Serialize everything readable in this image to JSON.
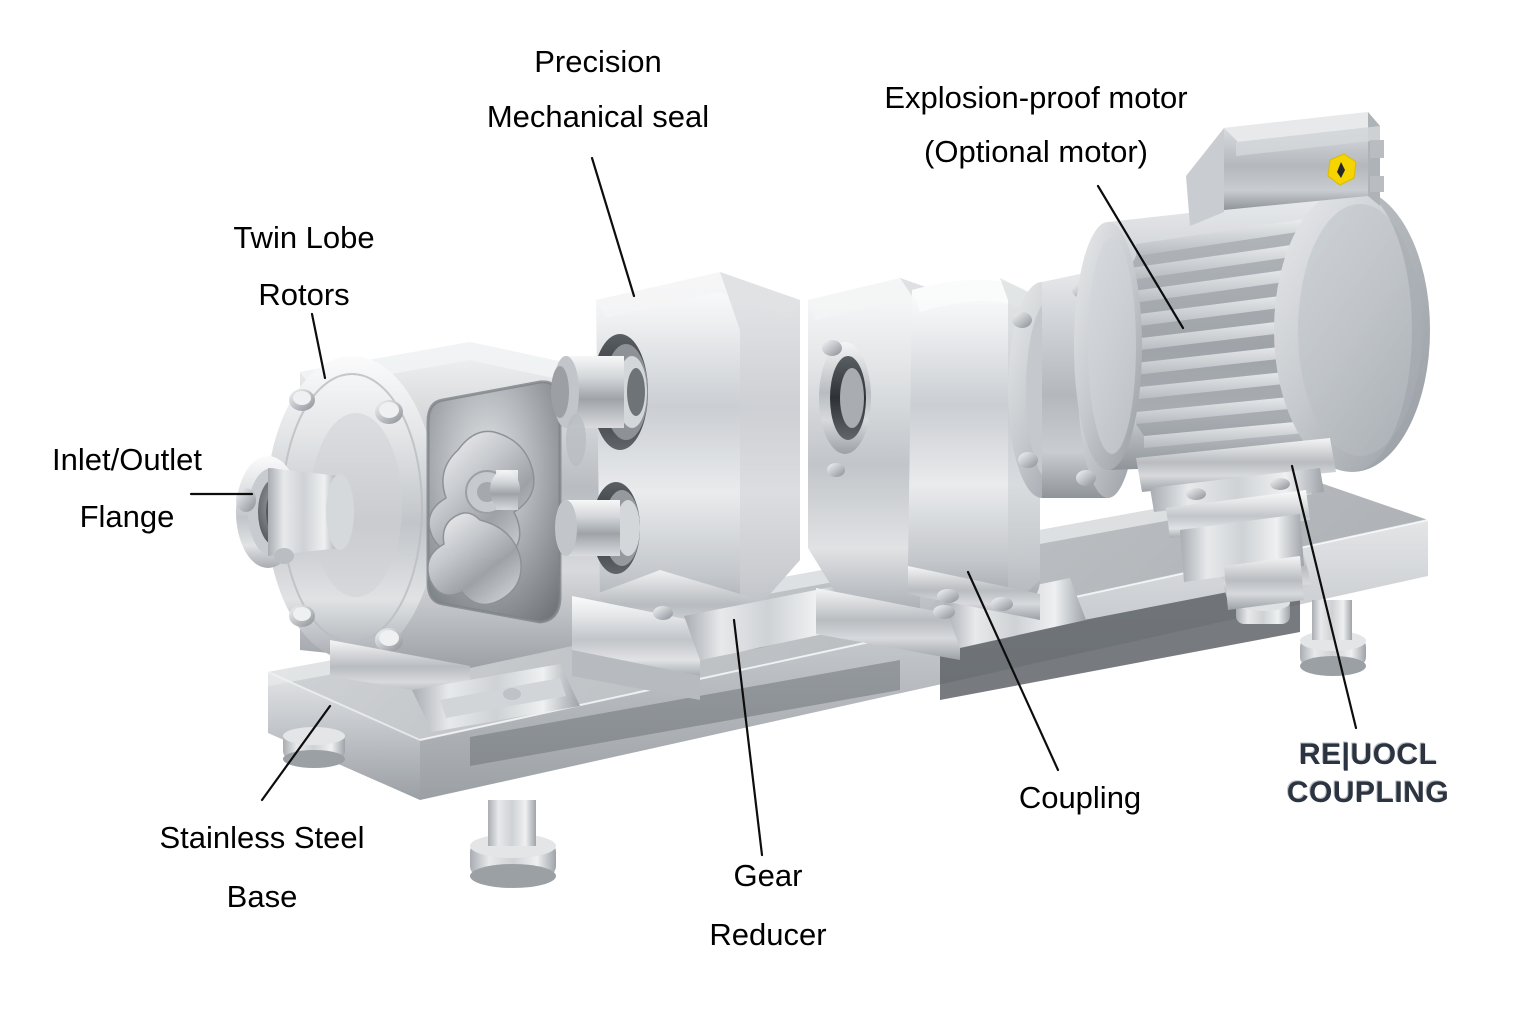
{
  "figure": {
    "subject": "Industrial stainless steel twin-lobe rotary pump unit with gear reducer, coupling and explosion-proof motor on a stainless steel base",
    "background_color": "#ffffff",
    "label_color": "#000000",
    "leader_color": "#0d0d0d",
    "brand_color": "#2b3440",
    "accent_warning_color": "#f5d400"
  },
  "callouts": [
    {
      "id": "precision-mechanical-seal",
      "lines": [
        "Precision",
        "Mechanical seal"
      ],
      "line1": "Precision",
      "line2": "Mechanical seal",
      "align": "center"
    },
    {
      "id": "explosion-proof-motor",
      "lines": [
        "Explosion-proof motor",
        "(Optional motor)"
      ],
      "line1": "Explosion-proof motor",
      "line2": "(Optional motor)",
      "align": "center"
    },
    {
      "id": "twin-lobe-rotors",
      "lines": [
        "Twin Lobe",
        "Rotors"
      ],
      "line1": "Twin Lobe",
      "line2": "Rotors",
      "align": "center"
    },
    {
      "id": "inlet-outlet-flange",
      "lines": [
        "Inlet/Outlet",
        "Flange"
      ],
      "line1": "Inlet/Outlet",
      "line2": "Flange",
      "align": "center"
    },
    {
      "id": "stainless-steel-base",
      "lines": [
        "Stainless Steel",
        "Base"
      ],
      "line1": "Stainless Steel",
      "line2": "Base",
      "align": "center"
    },
    {
      "id": "gear-reducer",
      "lines": [
        "Gear",
        "Reducer"
      ],
      "line1": "Gear",
      "line2": "Reducer",
      "align": "center"
    },
    {
      "id": "coupling",
      "lines": [
        "Coupling"
      ],
      "line1": "Coupling",
      "align": "center"
    }
  ],
  "brand": {
    "line1": "RE|UOCL",
    "line2": "COUPLING"
  },
  "motor_label": {
    "icon": "hazard-warning-icon",
    "shape": "hexagon",
    "fill": "#f5d400"
  }
}
